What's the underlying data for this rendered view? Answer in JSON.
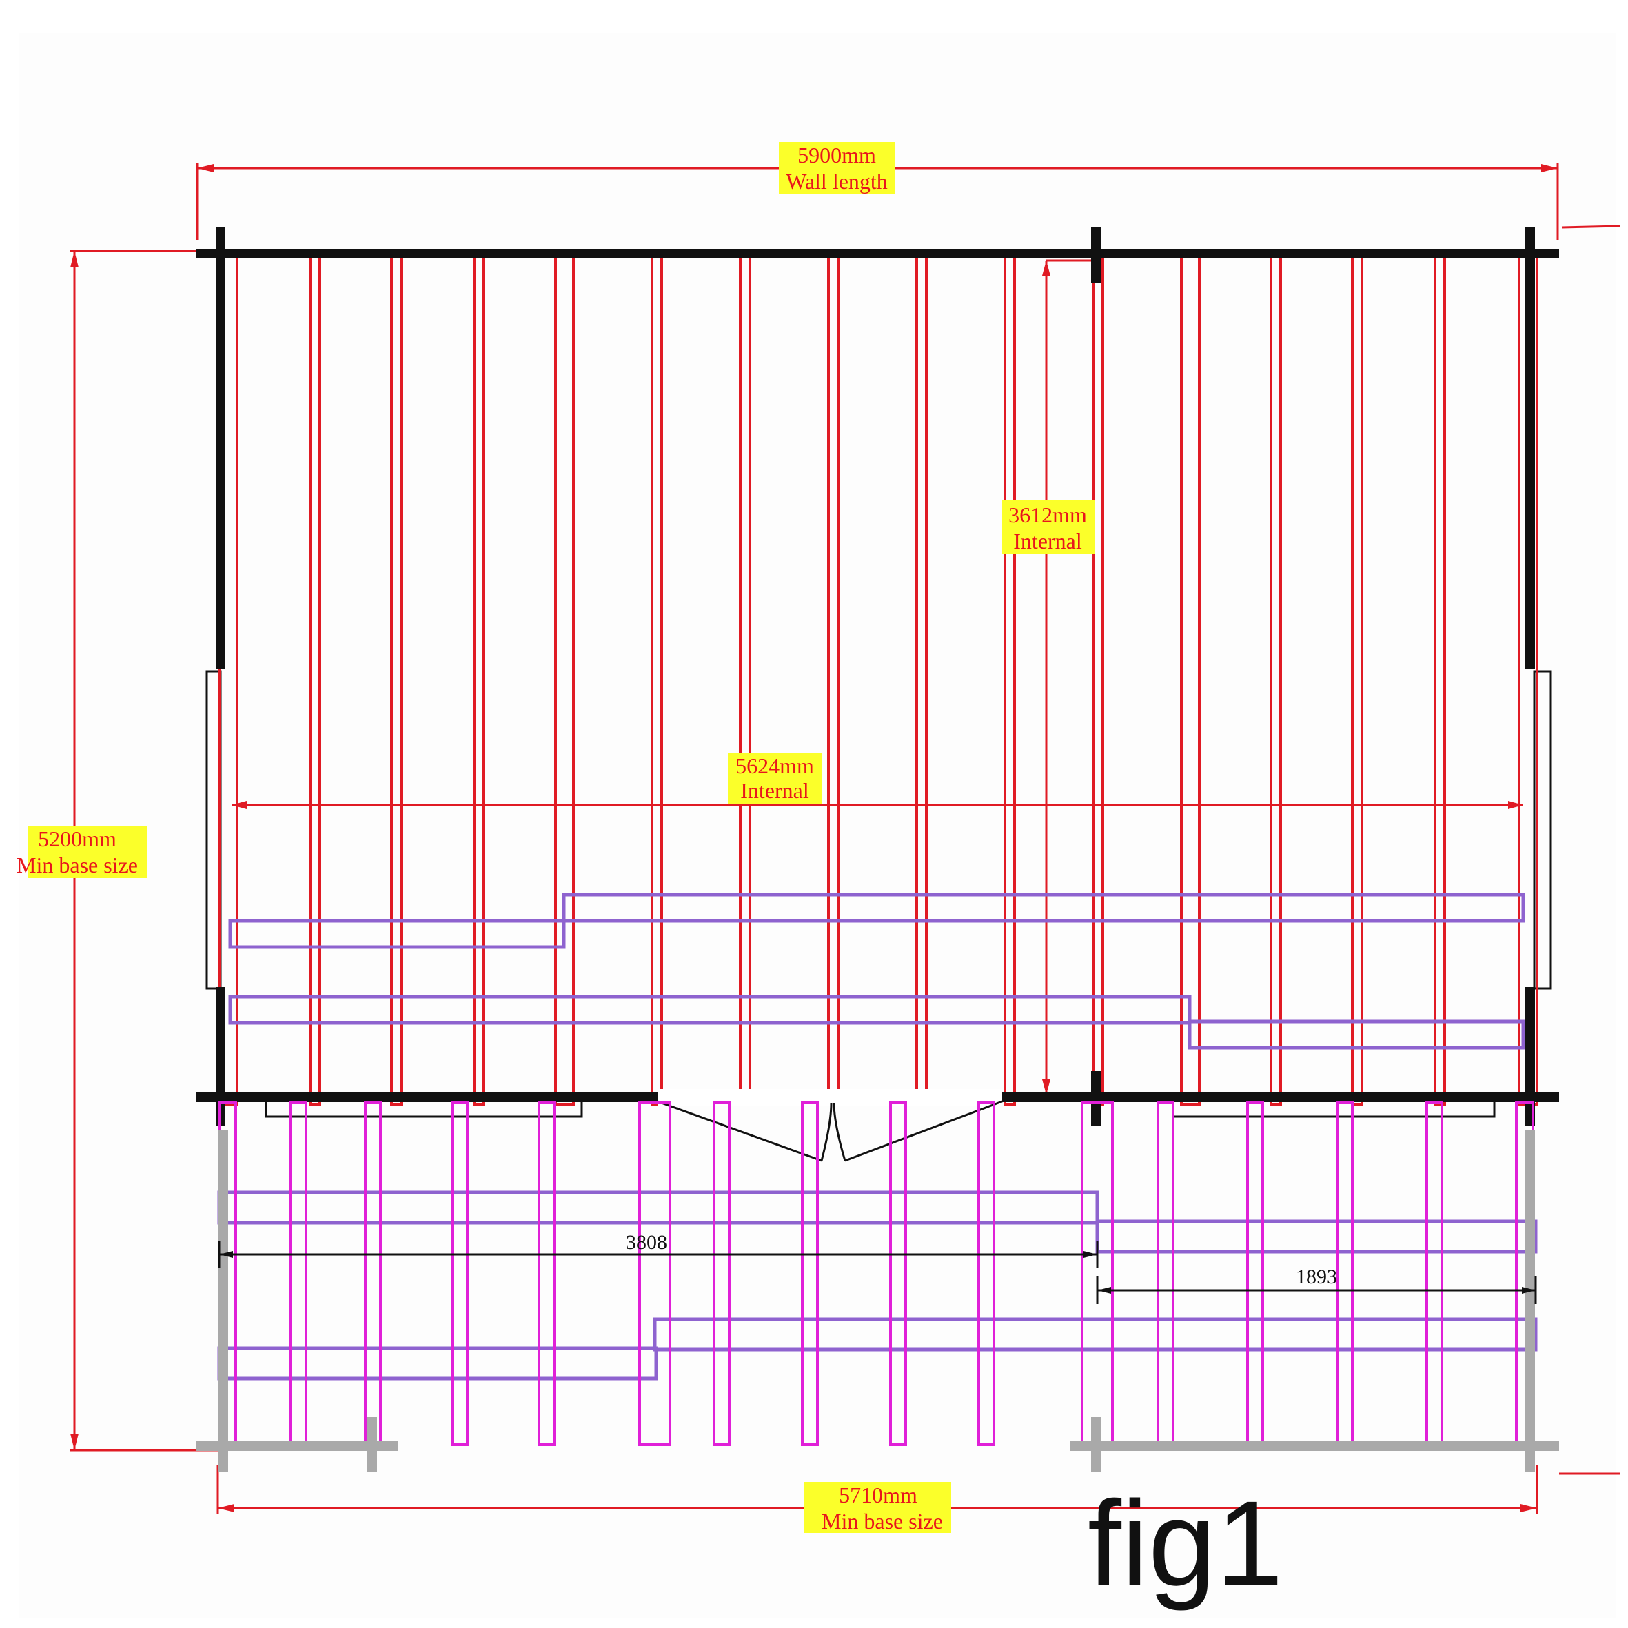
{
  "drawing": {
    "wall_length": {
      "value": "5900mm",
      "caption": "Wall length"
    },
    "base_depth": {
      "value": "5200mm",
      "caption": "Min base size"
    },
    "internal_depth": {
      "value": "3612mm",
      "caption": "Internal"
    },
    "internal_width": {
      "value": "5624mm",
      "caption": "Internal"
    },
    "base_width": {
      "value": "5710mm",
      "caption": "Min base size"
    },
    "veranda_left": "3808",
    "veranda_right": "1893",
    "figure_label": "fig1"
  },
  "colors": {
    "dimension": "#e01b24",
    "label_highlight": "#fbff2a",
    "floor_joist": "#e01b24",
    "veranda_joist": "#e020d8",
    "bearer": "#8e63cf",
    "wall": "#111111",
    "base_outline": "#a9a9a9"
  }
}
